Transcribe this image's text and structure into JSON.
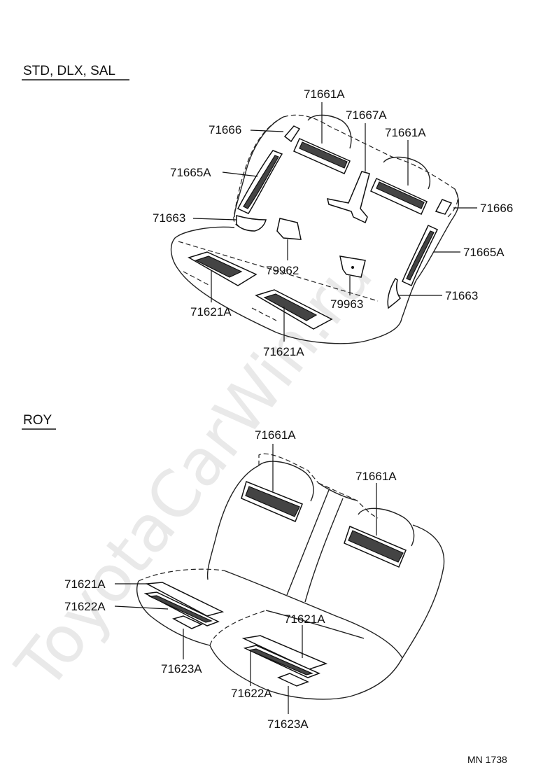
{
  "watermark": "ToyotaCarWin.ru",
  "sections": {
    "top": {
      "title": "STD, DLX, SAL"
    },
    "bottom": {
      "title": "ROY"
    }
  },
  "labels": {
    "top": {
      "p71661a_left": "71661A",
      "p71667a": "71667A",
      "p71661a_right": "71661A",
      "p71666_left": "71666",
      "p71666_right": "71666",
      "p71665a_left": "71665A",
      "p71665a_right": "71665A",
      "p71663_left": "71663",
      "p71663_right": "71663",
      "p79962": "79962",
      "p79963": "79963",
      "p71621a_left": "71621A",
      "p71621a_right": "71621A"
    },
    "bottom": {
      "p71661a_left": "71661A",
      "p71661a_right": "71661A",
      "p71621a_left": "71621A",
      "p71622a_left": "71622A",
      "p71623a_left": "71623A",
      "p71621a_right": "71621A",
      "p71622a_right": "71622A",
      "p71623a_right": "71623A"
    }
  },
  "footer": {
    "code": "MN 1738"
  }
}
